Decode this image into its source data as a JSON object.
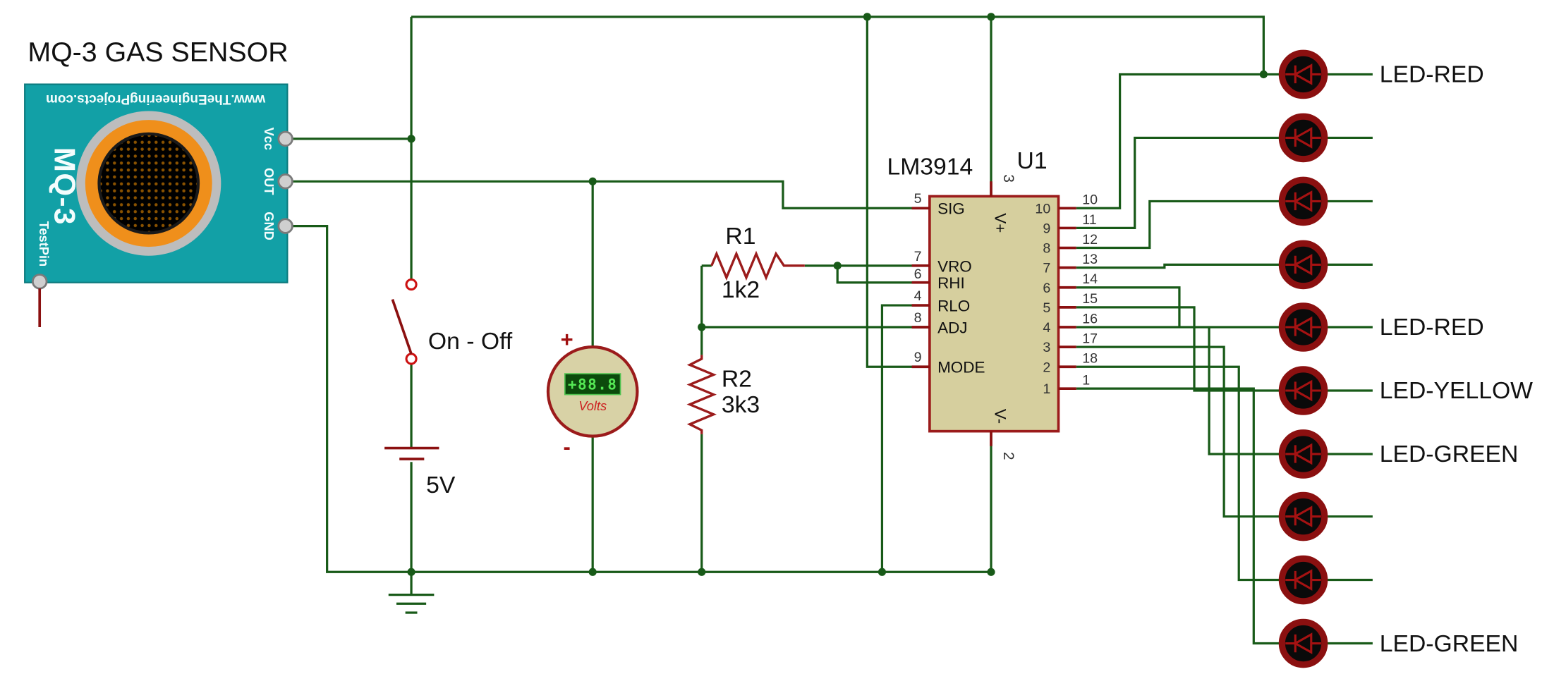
{
  "title": "MQ-3 GAS SENSOR",
  "sensor": {
    "name": "MQ-3",
    "website": "www.TheEngineeringProjects.com",
    "pin_vcc": "Vcc",
    "pin_out": "OUT",
    "pin_gnd": "GND",
    "test_pin": "TestPin"
  },
  "switch": {
    "label": "On - Off"
  },
  "battery": {
    "label": "5V"
  },
  "voltmeter": {
    "display": "+88.8",
    "unit": "Volts",
    "plus": "+",
    "minus": "-"
  },
  "r1": {
    "name": "R1",
    "value": "1k2"
  },
  "r2": {
    "name": "R2",
    "value": "3k3"
  },
  "ic": {
    "part": "LM3914",
    "ref": "U1",
    "top_pin": {
      "number": "3",
      "label": "V+"
    },
    "bottom_pin": {
      "number": "2",
      "label": "V-"
    },
    "left_pins": [
      {
        "number": "5",
        "label": "SIG"
      },
      {
        "number": "7",
        "label": "VRO"
      },
      {
        "number": "6",
        "label": "RHI"
      },
      {
        "number": "4",
        "label": "RLO"
      },
      {
        "number": "8",
        "label": "ADJ"
      },
      {
        "number": "9",
        "label": "MODE"
      }
    ],
    "right_pins": [
      {
        "inner": "10",
        "outer": "10"
      },
      {
        "inner": "9",
        "outer": "11"
      },
      {
        "inner": "8",
        "outer": "12"
      },
      {
        "inner": "7",
        "outer": "13"
      },
      {
        "inner": "6",
        "outer": "14"
      },
      {
        "inner": "5",
        "outer": "15"
      },
      {
        "inner": "4",
        "outer": "16"
      },
      {
        "inner": "3",
        "outer": "17"
      },
      {
        "inner": "2",
        "outer": "18"
      },
      {
        "inner": "1",
        "outer": "1"
      }
    ]
  },
  "leds": [
    {
      "label": "LED-RED"
    },
    {
      "label": ""
    },
    {
      "label": ""
    },
    {
      "label": ""
    },
    {
      "label": "LED-RED"
    },
    {
      "label": "LED-YELLOW"
    },
    {
      "label": "LED-GREEN"
    },
    {
      "label": ""
    },
    {
      "label": ""
    },
    {
      "label": "LED-GREEN"
    }
  ],
  "colors": {
    "wire": "#185a18",
    "component_outline": "#9b1b1b",
    "sensor_body": "#12a0a6",
    "sensor_circle": "#ef8f1b",
    "ic_fill": "#d6cf9e",
    "meter_fill": "#d8d2a6",
    "led_ring": "#8b1010",
    "display_text": "#55e855"
  }
}
